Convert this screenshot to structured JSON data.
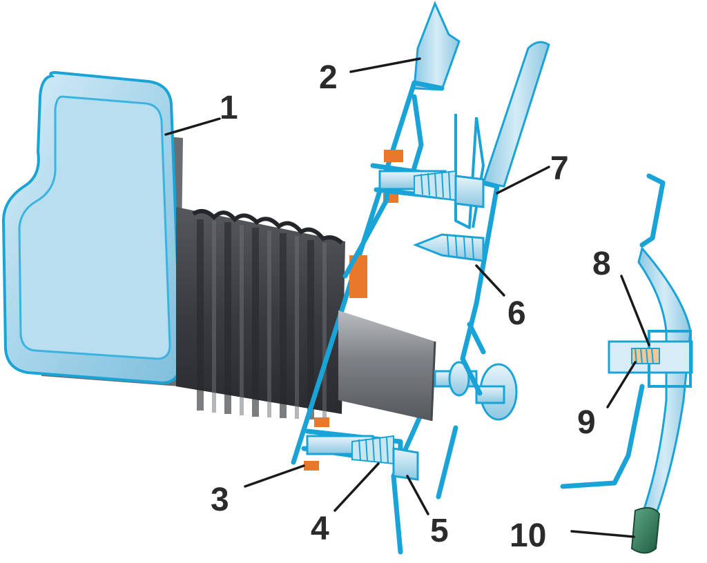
{
  "callouts": [
    {
      "id": "1",
      "text": "1"
    },
    {
      "id": "2",
      "text": "2"
    },
    {
      "id": "3",
      "text": "3"
    },
    {
      "id": "4",
      "text": "4"
    },
    {
      "id": "5",
      "text": "5"
    },
    {
      "id": "6",
      "text": "6"
    },
    {
      "id": "7",
      "text": "7"
    },
    {
      "id": "8",
      "text": "8"
    },
    {
      "id": "9",
      "text": "9"
    },
    {
      "id": "10",
      "text": "10"
    }
  ],
  "colors": {
    "part_fill": "#a9d6ea",
    "part_outline": "#1aa3d6",
    "boot": "#3d3f42",
    "gasket": "#e8782a",
    "hub": "#8c9095",
    "cap": "#2e7a5a"
  }
}
